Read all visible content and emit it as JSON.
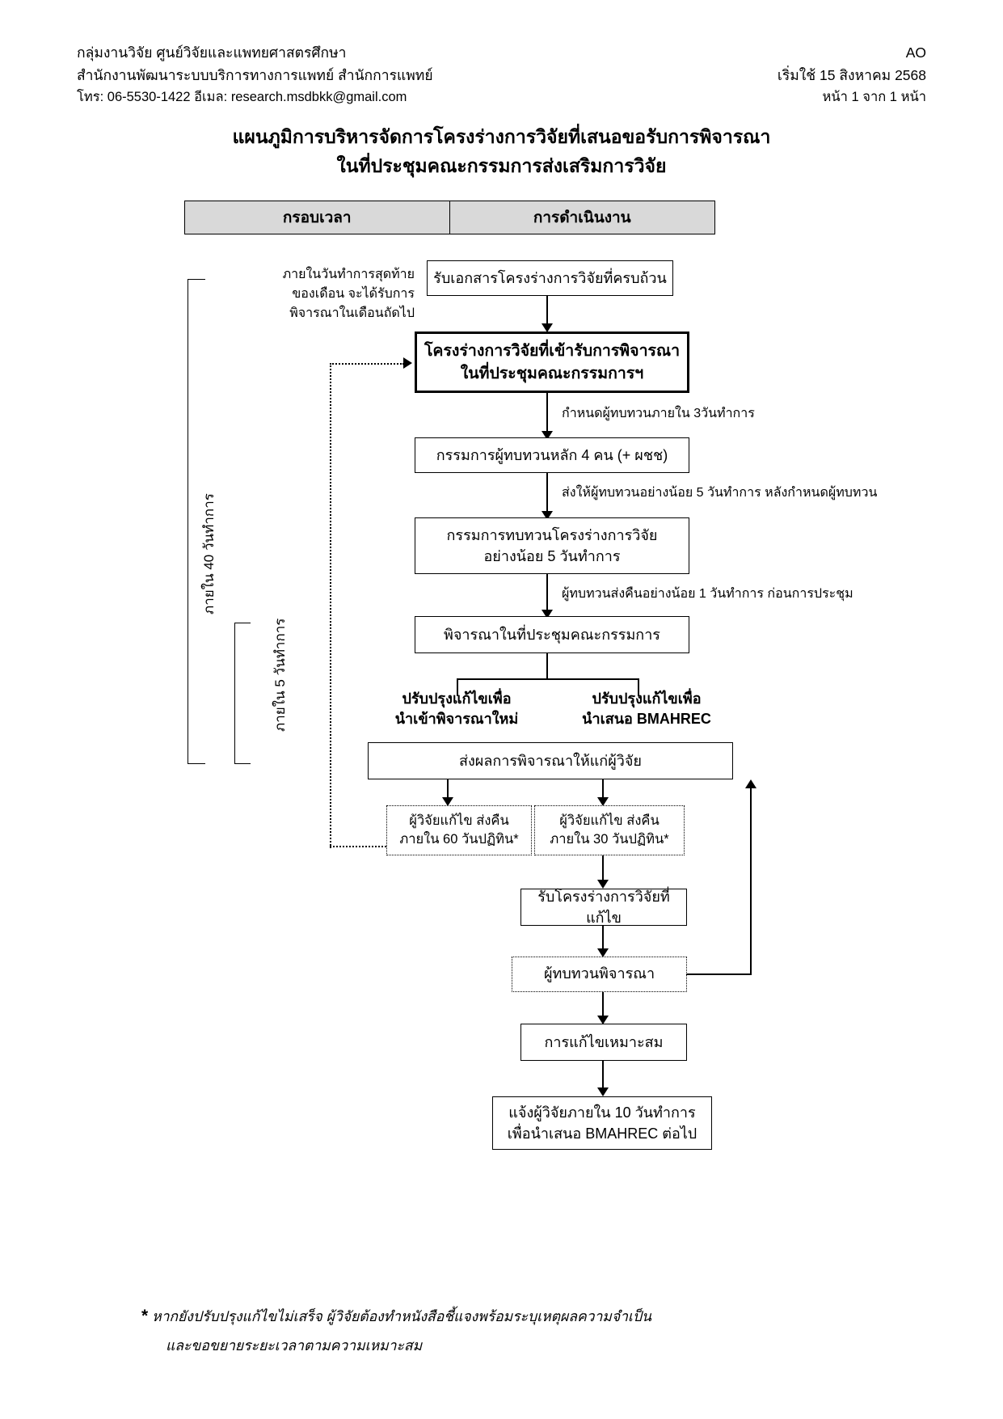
{
  "header": {
    "left": [
      "กลุ่มงานวิจัย ศูนย์วิจัยและแพทยศาสตรศึกษา",
      "สำนักงานพัฒนาระบบบริการทางการแพทย์  สำนักการแพทย์",
      "โทร: 06-5530-1422 อีเมล: research.msdbkk@gmail.com"
    ],
    "right": [
      "AO",
      "เริ่มใช้ 15 สิงหาคม 2568",
      "หน้า 1 จาก 1 หน้า"
    ]
  },
  "title": {
    "line1": "แผนภูมิการบริหารจัดการโครงร่างการวิจัยที่เสนอขอรับการพิจารณา",
    "line2": "ในที่ประชุมคณะกรรมการส่งเสริมการวิจัย"
  },
  "table_header": {
    "col1": "กรอบเวลา",
    "col2": "การดำเนินงาน"
  },
  "timeframe_labels": {
    "monthly_note": [
      "ภายในวันทำการสุดท้าย",
      "ของเดือน จะได้รับการ",
      "พิจารณาในเดือนถัดไป"
    ],
    "within_40_days": "ภายใน 40 วันทำการ",
    "within_5_days": "ภายใน 5 วันทำการ"
  },
  "flow": {
    "receive_docs": "รับเอกสารโครงร่างการวิจัยที่ครบถ้วน",
    "accepted_proposal_l1": "โครงร่างการวิจัยที่เข้ารับการพิจารณา",
    "accepted_proposal_l2": "ในที่ประชุมคณะกรรมการฯ",
    "assign_reviewers": "กรรมการผู้ทบทวนหลัก 4 คน (+ ผชช)",
    "review_proposal_l1": "กรรมการทบทวนโครงร่างการวิจัย",
    "review_proposal_l2": "อย่างน้อย 5 วันทำการ",
    "committee_meeting": "พิจารณาในที่ประชุมคณะกรรมการ",
    "send_result": "ส่งผลการพิจารณาให้แก่ผู้วิจัย",
    "revise_60_l1": "ผู้วิจัยแก้ไข ส่งคืน",
    "revise_60_l2": "ภายใน 60 วันปฏิทิน*",
    "revise_30_l1": "ผู้วิจัยแก้ไข ส่งคืน",
    "revise_30_l2": "ภายใน 30 วันปฏิทิน*",
    "receive_revised": "รับโครงร่างการวิจัยที่แก้ไข",
    "reviewer_consider": "ผู้ทบทวนพิจารณา",
    "proper_revision": "การแก้ไขเหมาะสม",
    "notify_l1": "แจ้งผู้วิจัยภายใน 10 วันทำการ",
    "notify_l2": "เพื่อนำเสนอ BMAHREC ต่อไป"
  },
  "edge_labels": {
    "assign_within_3": "กำหนดผู้ทบทวนภายใน 3วันทำการ",
    "send_to_reviewers": "ส่งให้ผู้ทบทวนอย่างน้อย 5 วันทำการ หลังกำหนดผู้ทบทวน",
    "return_before_meeting": "ผู้ทบทวนส่งคืนอย่างน้อย 1 วันทำการ ก่อนการประชุม"
  },
  "branch_labels": {
    "resubmit_l1": "ปรับปรุงแก้ไขเพื่อ",
    "resubmit_l2": "นำเข้าพิจารณาใหม่",
    "bmahrec_l1": "ปรับปรุงแก้ไขเพื่อ",
    "bmahrec_l2": "นำเสนอ BMAHREC"
  },
  "footnote": {
    "star": "*",
    "line1": "หากยังปรับปรุงแก้ไขไม่เสร็จ ผู้วิจัยต้องทำหนังสือชี้แจงพร้อมระบุเหตุผลความจำเป็น",
    "line2": "และขอขยายระยะเวลาตามความเหมาะสม"
  },
  "colors": {
    "header_fill": "#d9d9d9",
    "line": "#000000",
    "page": "#ffffff"
  }
}
